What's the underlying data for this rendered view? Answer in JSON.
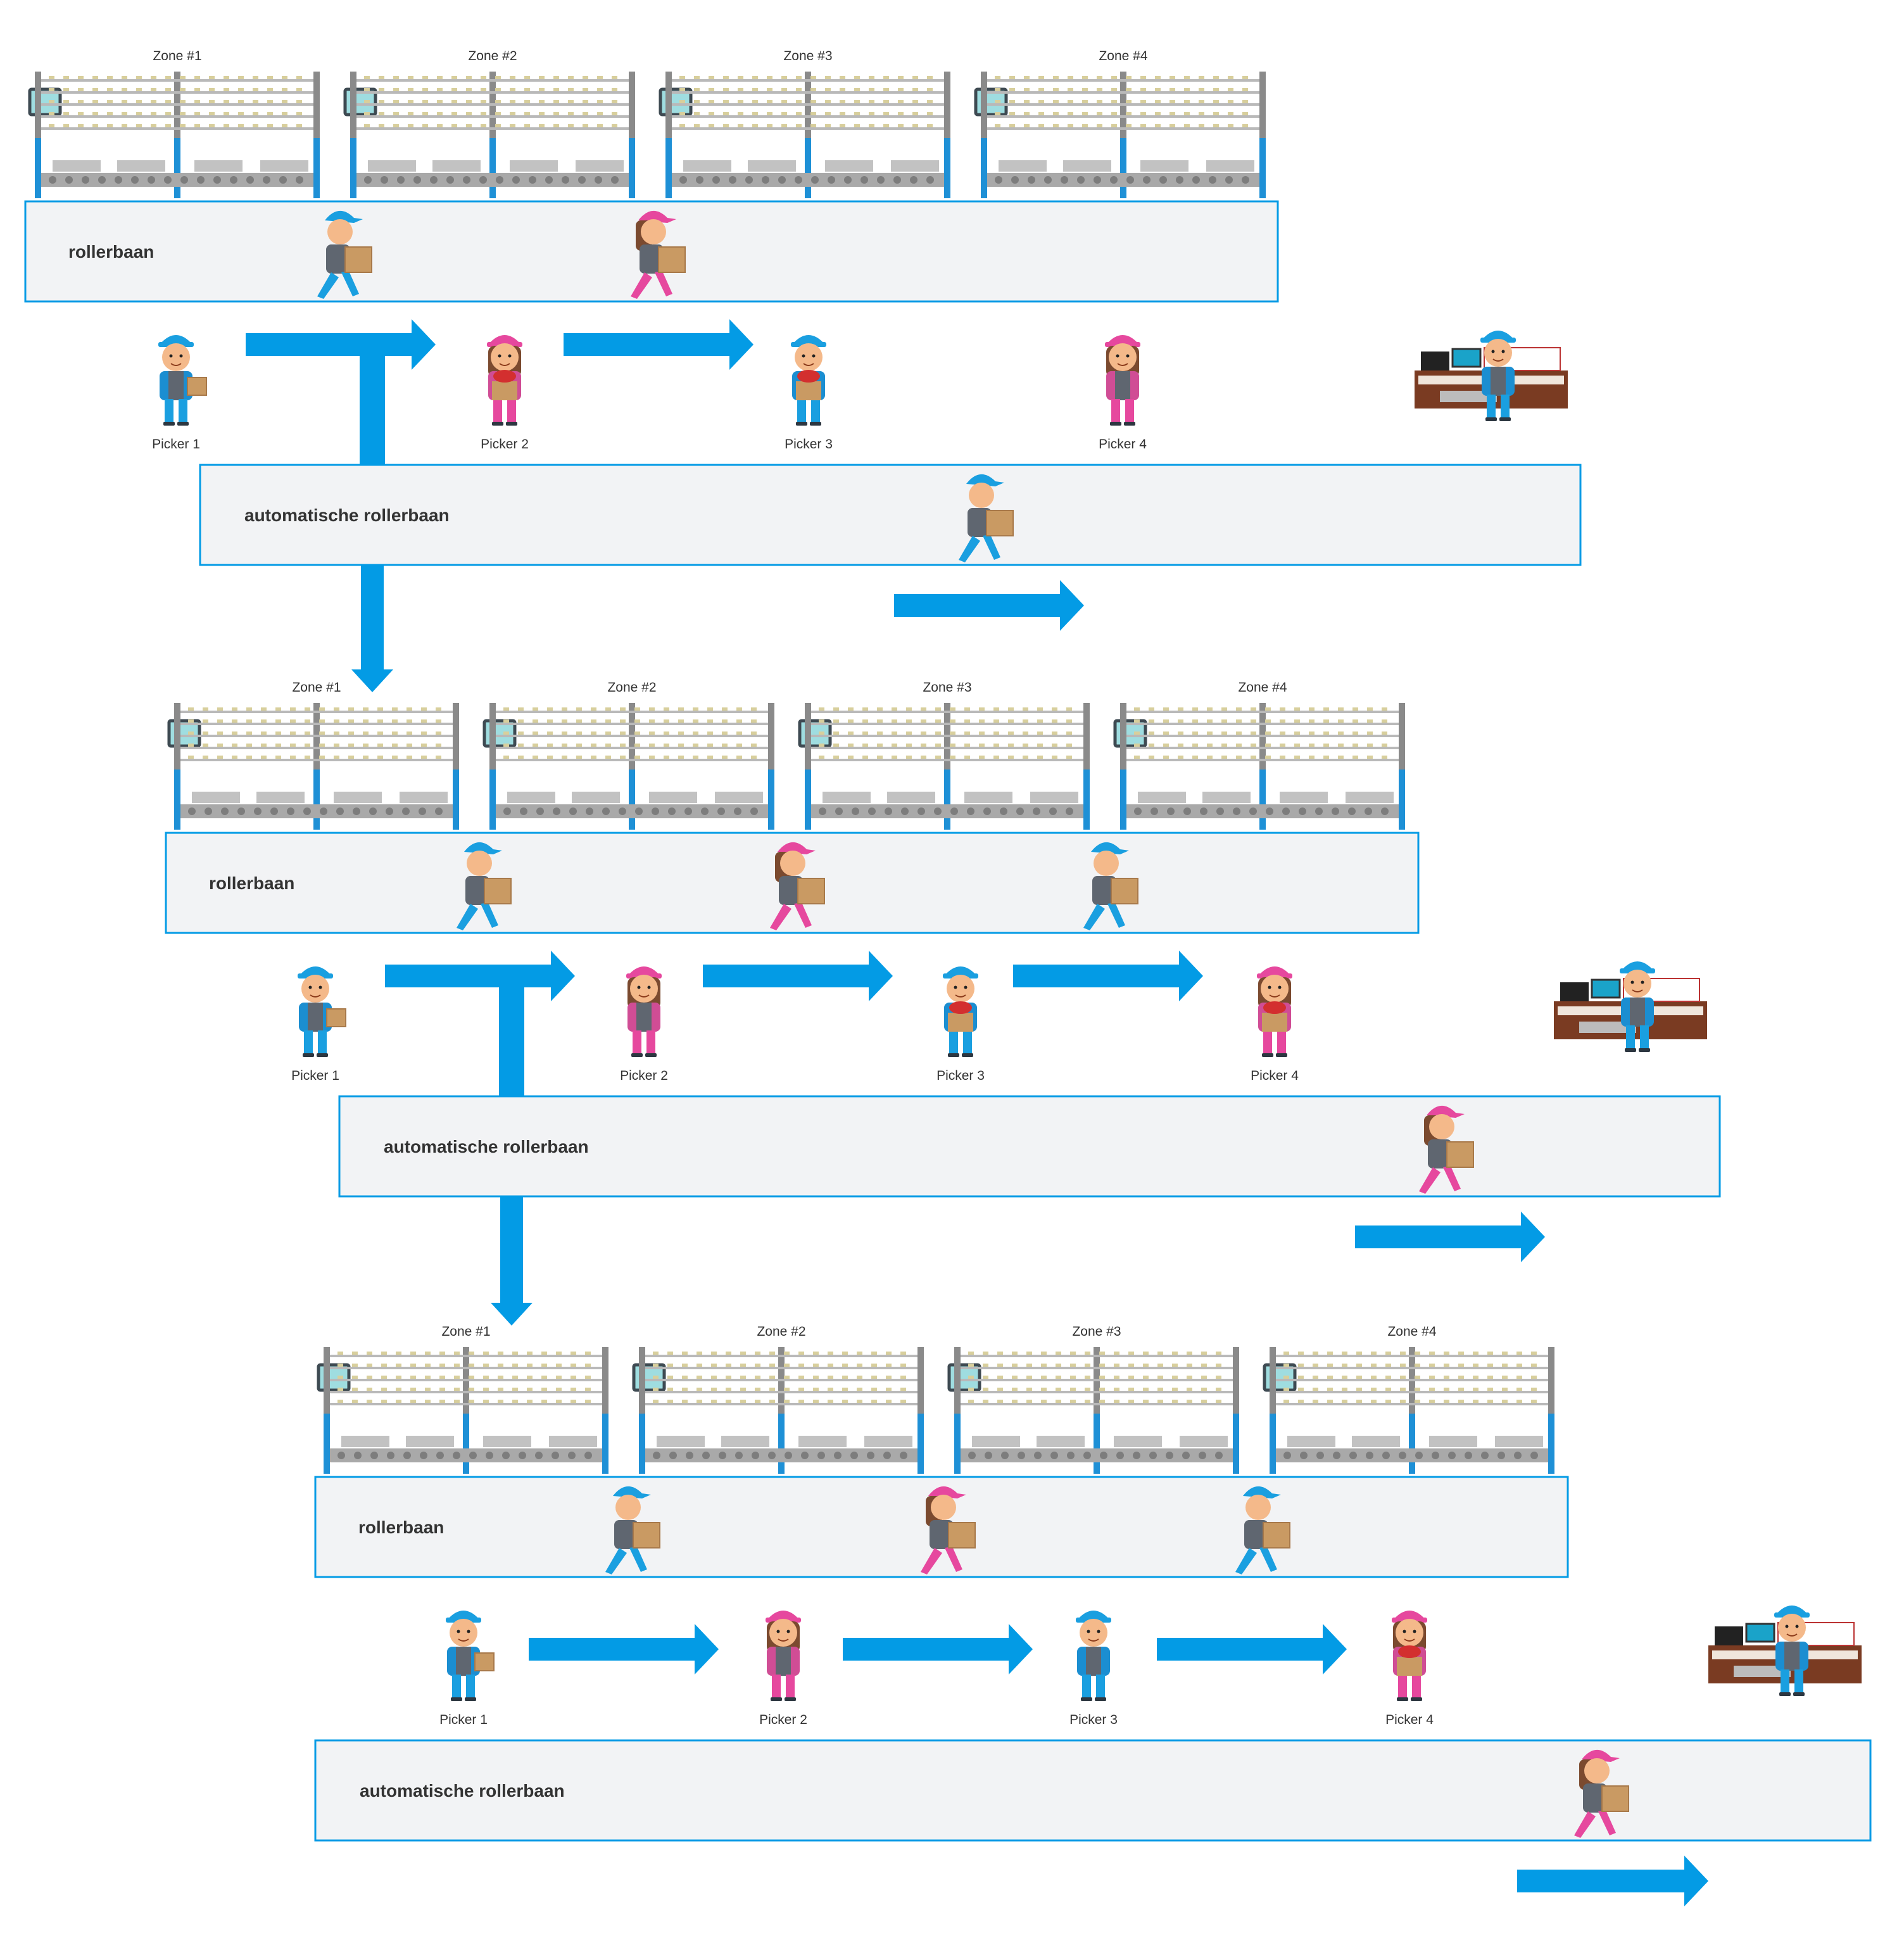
{
  "colors": {
    "accent_blue": "#039be5",
    "lane_fill": "#f2f3f5",
    "lane_border": "#039be5",
    "rack_gray": "#8a8a8a",
    "rack_post_blue": "#1e90d6",
    "shelf_item": "#d8cf9c",
    "bin_gray": "#c2c2c2",
    "worker_blue": "#1a9fe0",
    "worker_pink": "#e6489e",
    "box_brown": "#c99a63",
    "desk_brown": "#7a3b22"
  },
  "icons": {
    "rack": "shelving-rack-icon",
    "picker_standing": "standing-picker-icon",
    "picker_walking": "walking-worker-carrying-box-icon",
    "packing_station": "packing-station-icon",
    "flow_arrow": "flow-arrow-icon"
  },
  "sections": [
    {
      "zones": [
        "Zone #1",
        "Zone #2",
        "Zone #3",
        "Zone #4"
      ],
      "conveyor_label": "rollerbaan",
      "auto_conveyor_label": "automatische rollerbaan",
      "pickers": [
        {
          "label": "Picker 1",
          "gender": "male",
          "holding": "box"
        },
        {
          "label": "Picker 2",
          "gender": "female",
          "holding": "item"
        },
        {
          "label": "Picker 3",
          "gender": "male",
          "holding": "item"
        },
        {
          "label": "Picker 4",
          "gender": "female",
          "holding": "none"
        }
      ],
      "conveyor_walkers": [
        "male",
        "female"
      ],
      "auto_walker": "male"
    },
    {
      "zones": [
        "Zone #1",
        "Zone #2",
        "Zone #3",
        "Zone #4"
      ],
      "conveyor_label": "rollerbaan",
      "auto_conveyor_label": "automatische rollerbaan",
      "pickers": [
        {
          "label": "Picker 1",
          "gender": "male",
          "holding": "box"
        },
        {
          "label": "Picker 2",
          "gender": "female",
          "holding": "none"
        },
        {
          "label": "Picker 3",
          "gender": "male",
          "holding": "item"
        },
        {
          "label": "Picker 4",
          "gender": "female",
          "holding": "item"
        }
      ],
      "conveyor_walkers": [
        "male",
        "female",
        "male"
      ],
      "auto_walker": "female"
    },
    {
      "zones": [
        "Zone #1",
        "Zone #2",
        "Zone #3",
        "Zone #4"
      ],
      "conveyor_label": "rollerbaan",
      "auto_conveyor_label": "automatische rollerbaan",
      "pickers": [
        {
          "label": "Picker 1",
          "gender": "male",
          "holding": "box"
        },
        {
          "label": "Picker 2",
          "gender": "female",
          "holding": "none"
        },
        {
          "label": "Picker 3",
          "gender": "male",
          "holding": "none"
        },
        {
          "label": "Picker 4",
          "gender": "female",
          "holding": "item"
        }
      ],
      "conveyor_walkers": [
        "male",
        "female",
        "male"
      ],
      "auto_walker": "female"
    }
  ]
}
